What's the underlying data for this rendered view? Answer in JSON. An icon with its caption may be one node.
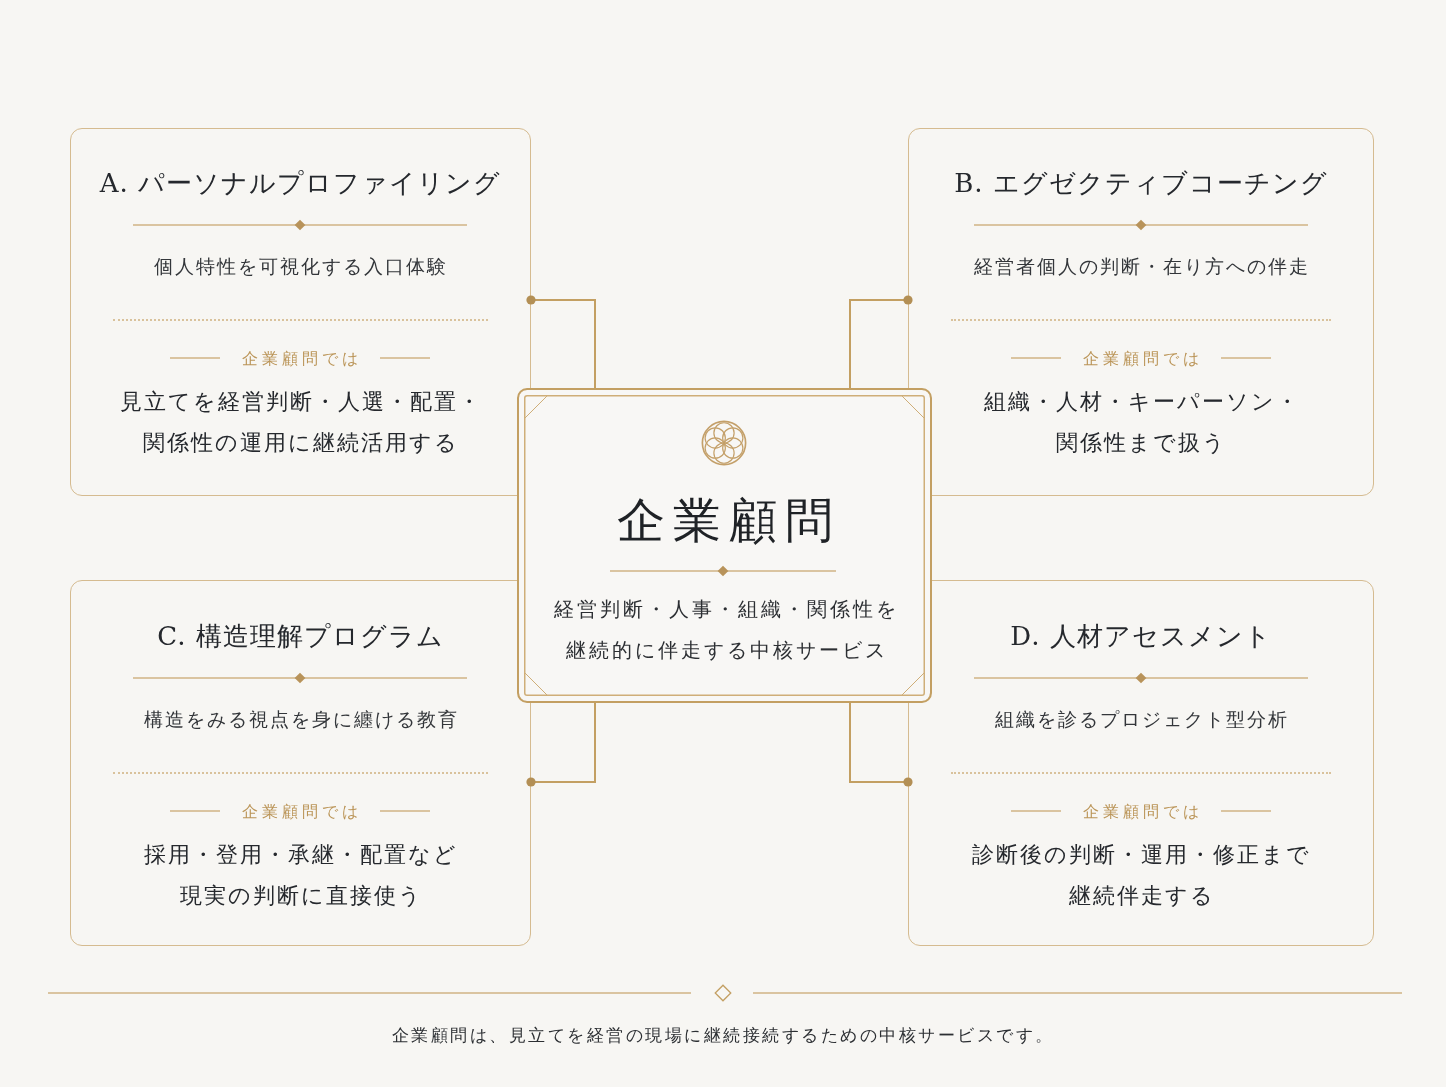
{
  "diagram": {
    "nodes": [
      {
        "text": [
          "A. パーソナルプロファイリング",
          "個人特性を可視化する入口体験",
          "企業顧問では",
          "見立てを経営判断・人選・配置・関係性の運用に継続活用する"
        ]
      },
      {
        "text": [
          "B. エグゼクティブコーチング",
          "経営者個人の判断・在り方への伴走",
          "企業顧問では",
          "組織・人材・キーパーソン・関係性まで扱う"
        ]
      },
      {
        "text": [
          "企業顧問",
          "経営判断・人事・組織・関係性を継続的に伴走する中核サービス"
        ]
      },
      {
        "text": [
          "C. 構造理解プログラム",
          "構造をみる視点を身に纏ける教育",
          "企業顧問では",
          "採用・登用・承継・配置など現実の判断に直接使う"
        ]
      },
      {
        "text": [
          "D. 人材アセスメント",
          "組織を診るプロジェクト型分析",
          "企業顧問では",
          "診断後の判断・運用・修正まで継続伴走する"
        ]
      }
    ],
    "edges": [
      {
        "from": 2,
        "to": 0,
        "arrow": "other"
      },
      {
        "from": 2,
        "to": 1,
        "arrow": "other"
      },
      {
        "from": 2,
        "to": 3,
        "arrow": "other"
      },
      {
        "from": 2,
        "to": 4,
        "arrow": "other"
      }
    ],
    "caption": "企業顧問は、見立てを経営の現場に継続接続するための中核サービスです。"
  }
}
